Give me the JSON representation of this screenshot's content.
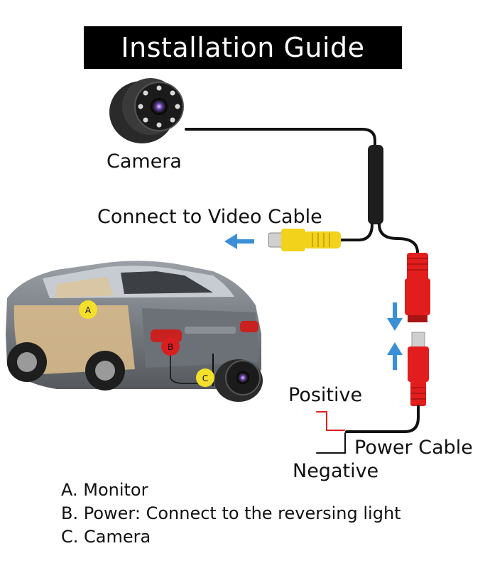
{
  "title": "Installation Guide",
  "labels": {
    "camera": "Camera",
    "video_cable": "Connect to Video Cable",
    "positive": "Positive",
    "power_cable": "Power Cable",
    "negative": "Negative"
  },
  "markers": {
    "a": "A",
    "b": "B",
    "c": "C"
  },
  "legend": [
    "A. Monitor",
    "B. Power: Connect to the reversing light",
    "C. Camera"
  ],
  "colors": {
    "banner": "#000000",
    "arrow": "#3a8fd6",
    "rca_yellow": "#f2d21a",
    "power_red": "#e21d1d",
    "marker_yellow": "#f4e02a",
    "marker_red": "#d81e1e"
  }
}
